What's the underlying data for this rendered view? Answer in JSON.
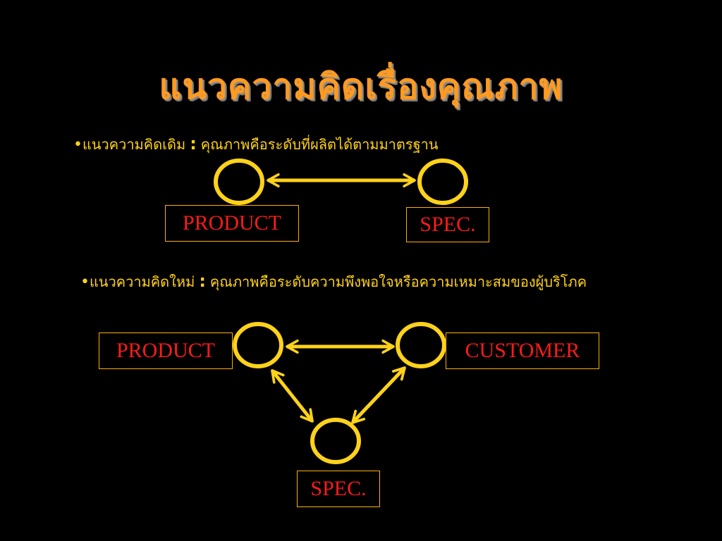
{
  "title": "แนวความคิดเรื่องคุณภาพ",
  "concepts": [
    {
      "bullet": "•",
      "label": "แนวความคิดเดิม",
      "colon": ":",
      "definition": "คุณภาพคือระดับที่ผลิตได้ตามมาตรฐาน"
    },
    {
      "bullet": "•",
      "label": "แนวความคิดใหม่",
      "colon": ":",
      "definition": "คุณภาพคือระดับความพึงพอใจหรือความเหมาะสมของผู้บริโภค"
    }
  ],
  "diagram_old": {
    "product_label": "PRODUCT",
    "spec_label": "SPEC."
  },
  "diagram_new": {
    "product_label": "PRODUCT",
    "customer_label": "CUSTOMER",
    "spec_label": "SPEC."
  },
  "colors": {
    "background": "#000000",
    "title": "#ff9a1f",
    "text": "#ffd21a",
    "node_stroke": "#ffd21a",
    "arrow": "#ffd21a",
    "box_border": "#ffb000",
    "box_text": "#ff1a1a"
  }
}
